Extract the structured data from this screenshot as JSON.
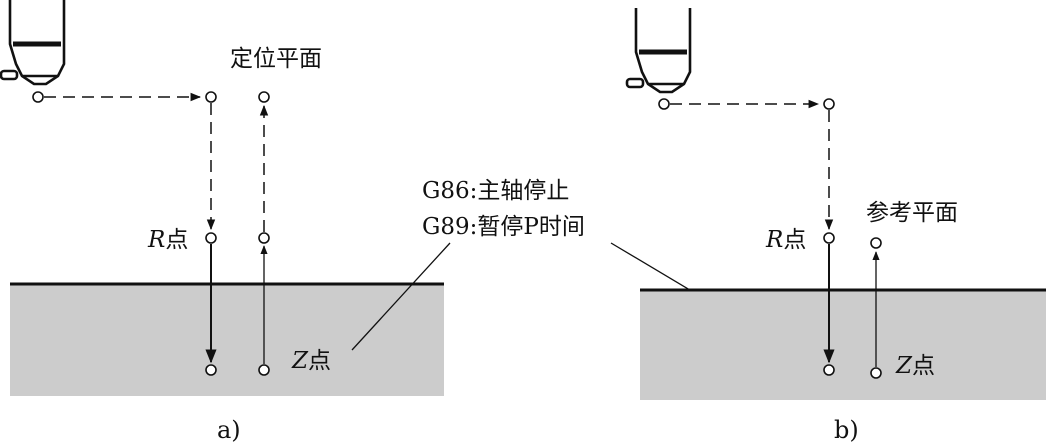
{
  "panel_a": {
    "plane_label": "定位平面",
    "r_point": {
      "letter": "R",
      "suffix": "点"
    },
    "z_point": {
      "letter": "Z",
      "suffix": "点"
    },
    "caption": "a)"
  },
  "panel_b": {
    "plane_label": "参考平面",
    "r_point": {
      "letter": "R",
      "suffix": "点"
    },
    "z_point": {
      "letter": "Z",
      "suffix": "点"
    },
    "caption": "b)"
  },
  "note": {
    "line1": "G86:主轴停止",
    "line2": "G89:暂停P时间"
  },
  "colors": {
    "line": "#111111",
    "workpiece": "#cccccc"
  }
}
